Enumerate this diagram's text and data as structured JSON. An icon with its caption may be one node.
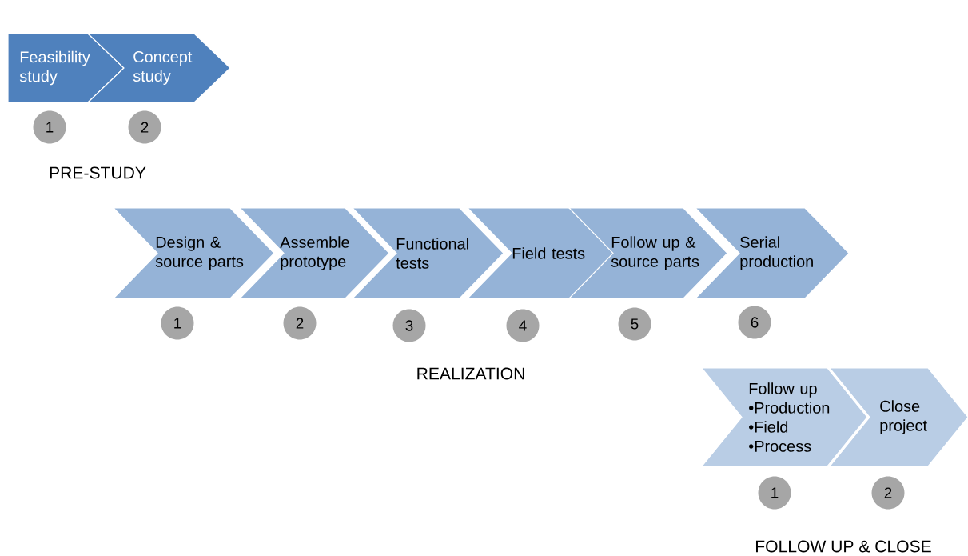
{
  "diagram": {
    "nodes": [
      {
        "text": [
          "Feasibility study"
        ]
      },
      {
        "text": [
          "Concept study"
        ]
      },
      {
        "text": [
          "1"
        ]
      },
      {
        "text": [
          "2"
        ]
      },
      {
        "text": [
          "Design & source parts"
        ]
      },
      {
        "text": [
          "Assemble prototype"
        ]
      },
      {
        "text": [
          "Functional tests"
        ]
      },
      {
        "text": [
          "Field tests"
        ]
      },
      {
        "text": [
          "Follow up & source parts"
        ]
      },
      {
        "text": [
          "Serial production"
        ]
      },
      {
        "text": [
          "1"
        ]
      },
      {
        "text": [
          "2"
        ]
      },
      {
        "text": [
          "3"
        ]
      },
      {
        "text": [
          "4"
        ]
      },
      {
        "text": [
          "5"
        ]
      },
      {
        "text": [
          "6"
        ]
      },
      {
        "text": [
          "Follow up",
          "•Production",
          "•Field",
          "•Process"
        ]
      },
      {
        "text": [
          "Close project"
        ]
      },
      {
        "text": [
          "1"
        ]
      },
      {
        "text": [
          "2"
        ]
      }
    ],
    "edges": [],
    "labels": [
      "PRE-STUDY",
      "REALIZATION",
      "FOLLOW UP & CLOSE"
    ]
  }
}
